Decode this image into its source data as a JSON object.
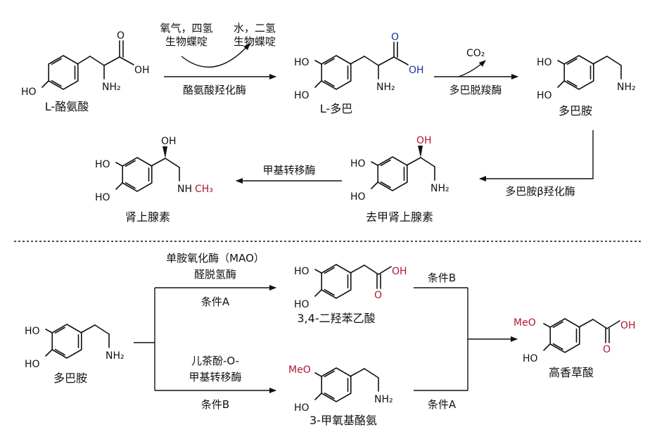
{
  "atoms": {
    "OH": "OH",
    "HO": "HO",
    "O": "O",
    "NH2": "NH₂",
    "NH": "NH",
    "CH3": "CH₃",
    "MeO": "MeO",
    "CO2": "CO₂"
  },
  "compounds": {
    "tyrosine": "L-酪氨酸",
    "ldopa": "L-多巴",
    "dopamine": "多巴胺",
    "norepinephrine": "去甲肾上腺素",
    "epinephrine": "肾上腺素",
    "dopac": "3,4-二羟苯乙酸",
    "dopamine2": "多巴胺",
    "methoxytyramine": "3-甲氧基酪氨",
    "hva": "高香草酸"
  },
  "enzymes": {
    "reactant_line1": "氧气，四氢",
    "reactant_line2": "生物蝶啶",
    "product_line1": "水，二氢",
    "product_line2": "生物蝶啶",
    "tyrosine_hydroxylase": "酪氨酸羟化酶",
    "dopa_decarboxylase": "多巴脱羧酶",
    "dbh": "多巴胺β羟化酶",
    "methyltransferase": "甲基转移酶",
    "mao_line1": "单胺氧化酶（MAO）",
    "mao_line2": "醛脱氢酶",
    "comt_line1": "儿茶酚-O-",
    "comt_line2": "甲基转移酶"
  },
  "conditions": {
    "cond_a_upper": "条件A",
    "cond_b_lower": "条件B",
    "cond_b_right": "条件B",
    "cond_a_right": "条件A"
  },
  "colors": {
    "highlight_red": "#b0172b",
    "highlight_blue": "#1a2fa8"
  }
}
